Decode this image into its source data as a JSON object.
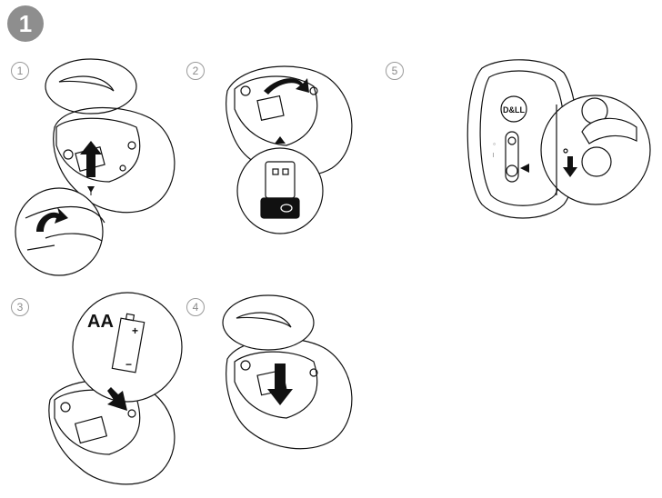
{
  "main_step": {
    "number": "1"
  },
  "steps": [
    {
      "id": "s1",
      "number": "1"
    },
    {
      "id": "s2",
      "number": "2"
    },
    {
      "id": "s3",
      "number": "3"
    },
    {
      "id": "s4",
      "number": "4"
    },
    {
      "id": "s5",
      "number": "5"
    }
  ],
  "battery": {
    "type_label": "AA",
    "plus": "+",
    "minus": "−"
  },
  "mouse": {
    "brand": "D&LL"
  },
  "colors": {
    "stroke": "#111111",
    "badge_fill": "#8e8e8e",
    "badge_ring": "#9a9a9a"
  }
}
